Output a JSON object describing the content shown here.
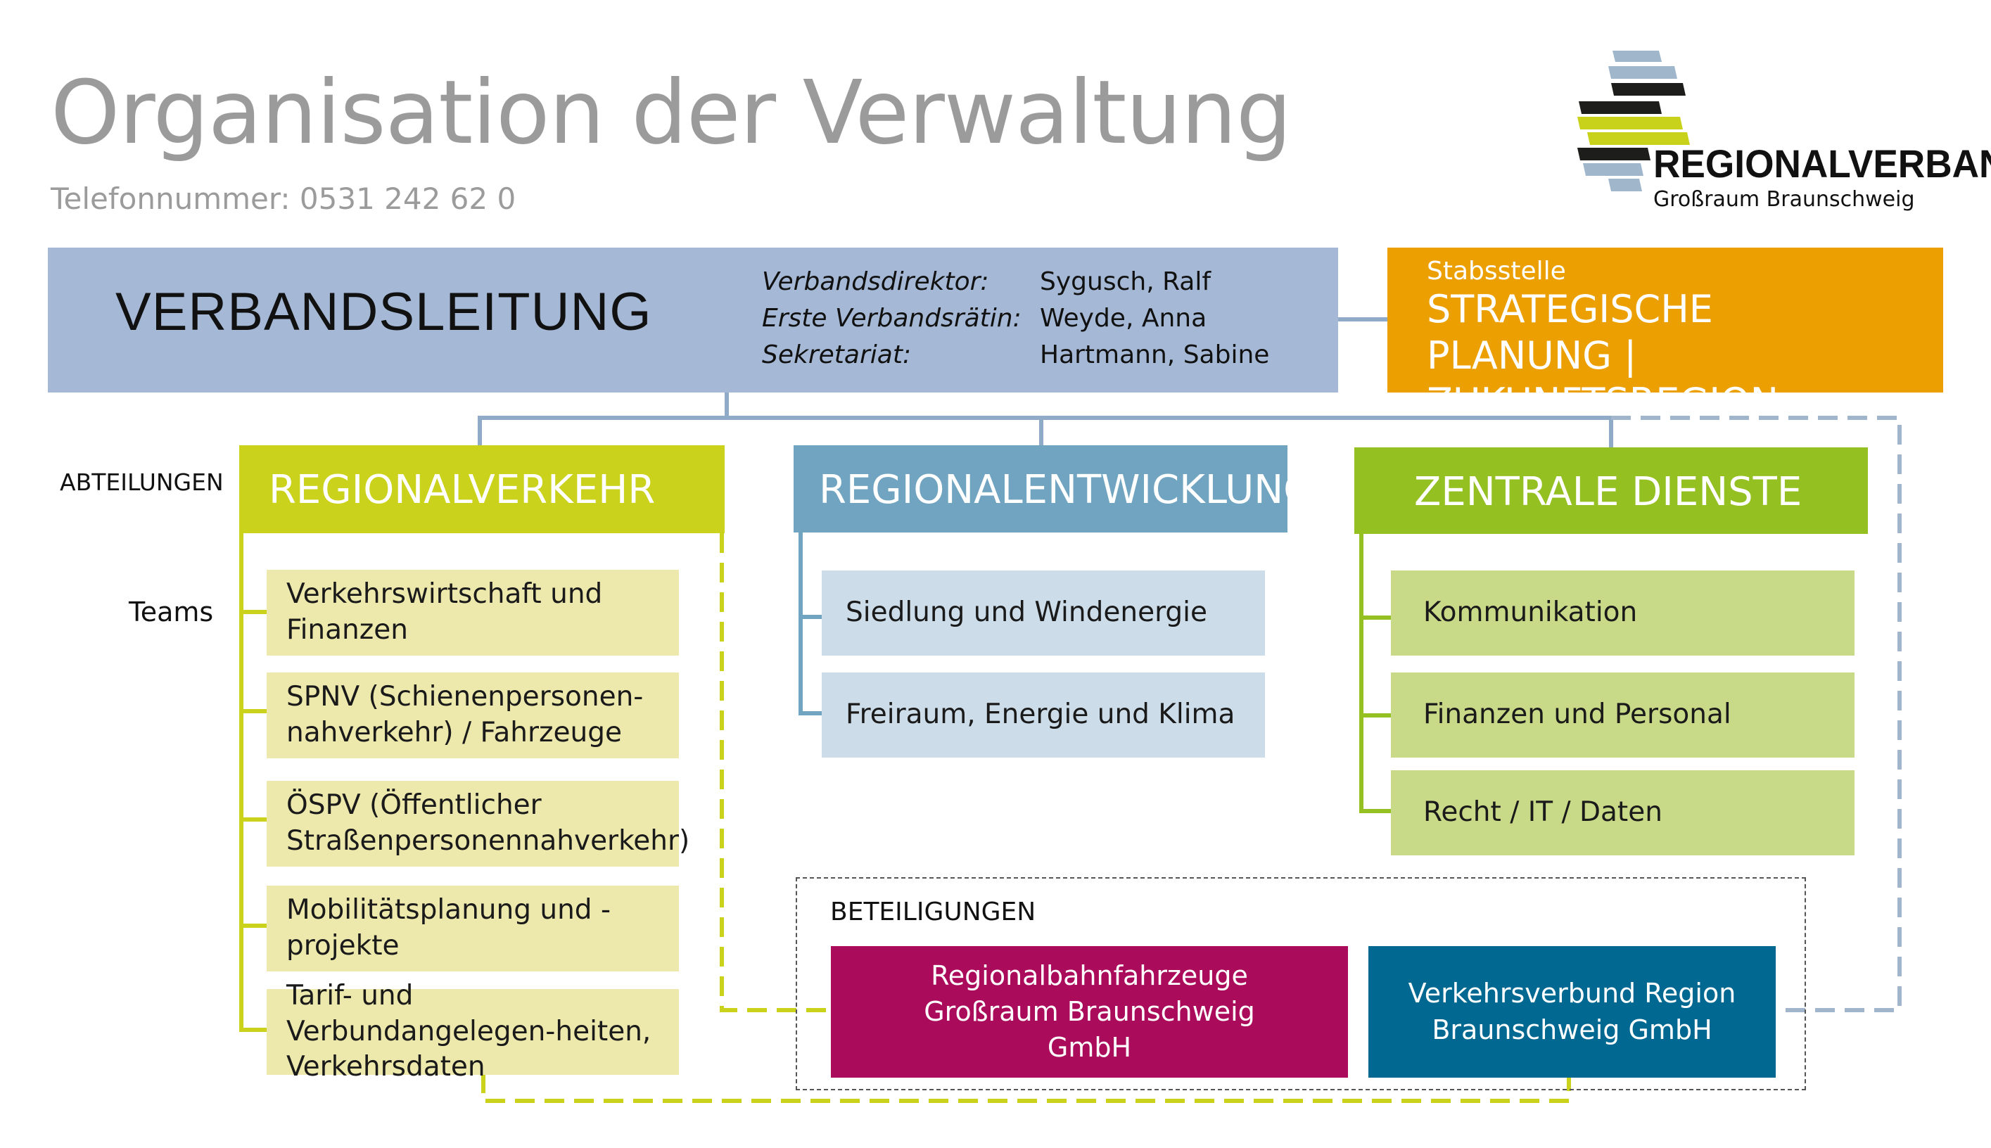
{
  "title": "Organisation der Verwaltung",
  "phone": "Telefonnummer: 0531 242 62 0",
  "logo": {
    "name": "REGIONALVERBAND",
    "subtitle": "Großraum Braunschweig"
  },
  "leadership": {
    "title": "VERBANDSLEITUNG",
    "roles": [
      {
        "role": "Verbandsdirektor:",
        "name": "Sygusch, Ralf"
      },
      {
        "role": "Erste Verbandsrätin:",
        "name": "Weyde, Anna"
      },
      {
        "role": "Sekretariat:",
        "name": "Hartmann, Sabine"
      }
    ]
  },
  "staff_unit": {
    "subtitle": "Stabsstelle",
    "title": "STRATEGISCHE PLANUNG | ZUKUNFTSREGION"
  },
  "labels": {
    "departments": "ABTEILUNGEN",
    "teams": "Teams",
    "holdings": "BETEILIGUNGEN"
  },
  "departments": [
    {
      "name": "REGIONALVERKEHR",
      "color": "#cad21b",
      "teams": [
        "Verkehrswirtschaft und Finanzen",
        "SPNV (Schienenpersonen-nahverkehr)  / Fahrzeuge",
        "ÖSPV (Öffentlicher Straßenpersonennahverkehr)",
        "Mobilitätsplanung und -projekte",
        "Tarif- und Verbundangelegen-heiten, Verkehrsdaten"
      ]
    },
    {
      "name": "REGIONALENTWICKLUNG",
      "color": "#70a4c1",
      "teams": [
        "Siedlung und Windenergie",
        "Freiraum, Energie und Klima"
      ]
    },
    {
      "name": "ZENTRALE DIENSTE",
      "color": "#95c021",
      "teams": [
        "Kommunikation",
        "Finanzen und Personal",
        "Recht / IT / Daten"
      ]
    }
  ],
  "holdings": [
    {
      "name": "Regionalbahnfahrzeuge Großraum Braunschweig GmbH",
      "color": "#ab0b5b"
    },
    {
      "name": "Verkehrsverbund Region Braunschweig GmbH",
      "color": "#006891"
    }
  ]
}
